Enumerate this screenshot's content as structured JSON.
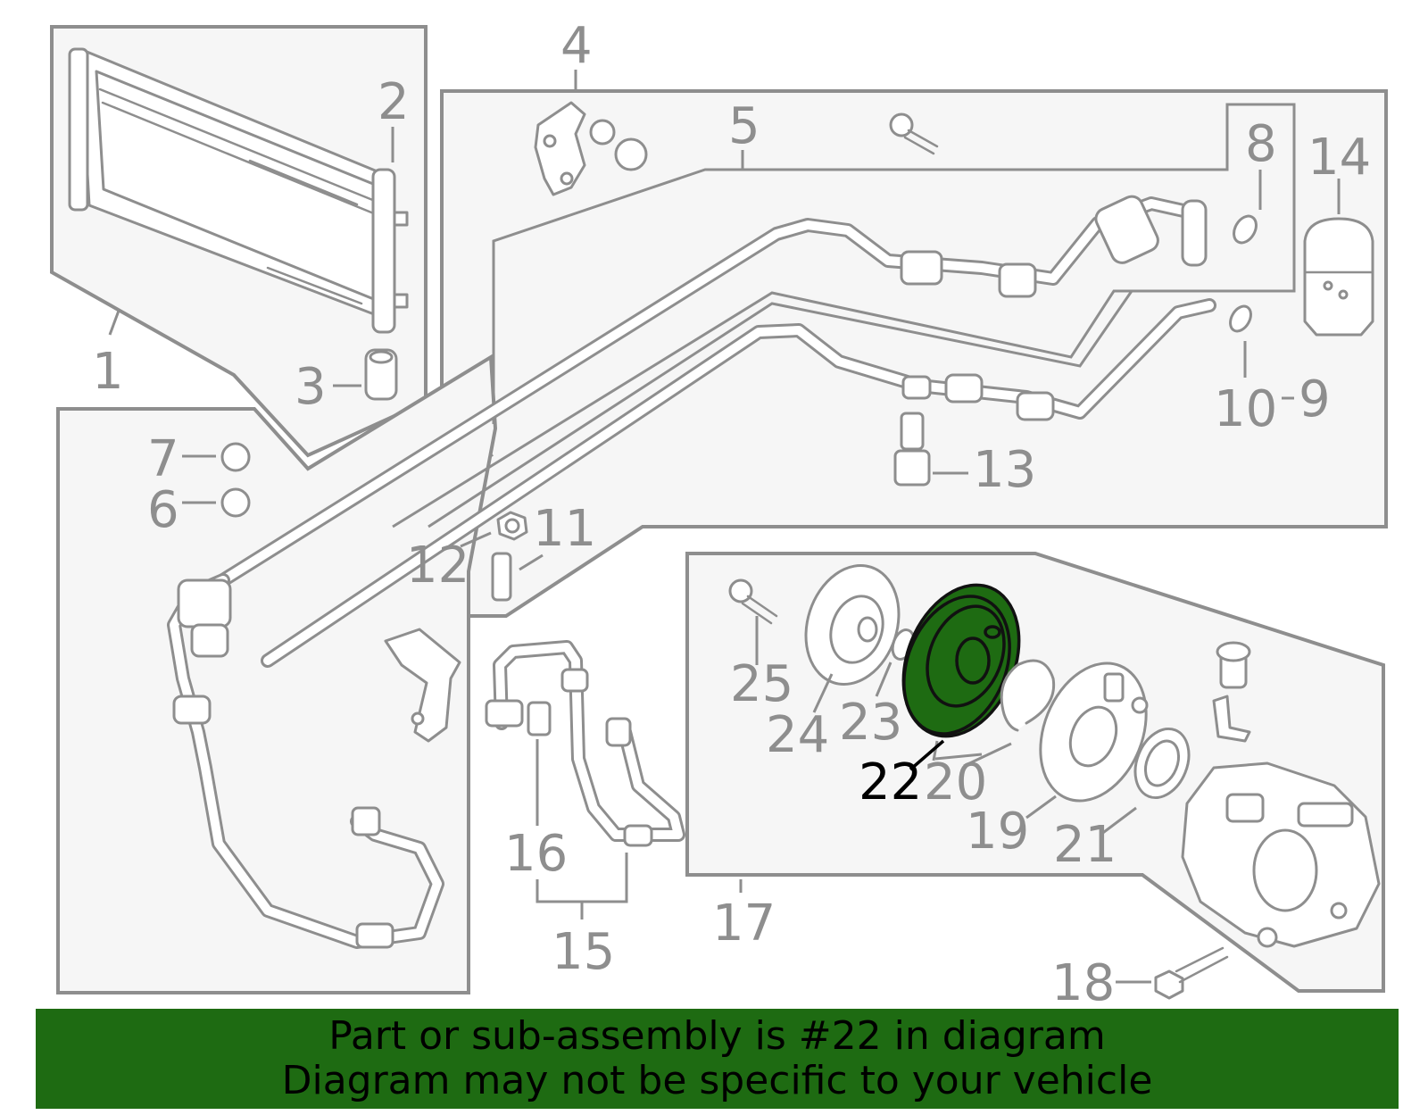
{
  "diagram": {
    "highlighted_part": "22",
    "highlight_color": "#1e6b12",
    "labels": {
      "p1": "1",
      "p2": "2",
      "p3": "3",
      "p4": "4",
      "p5": "5",
      "p6": "6",
      "p7": "7",
      "p8": "8",
      "p9": "9",
      "p10": "10",
      "p11": "11",
      "p12": "12",
      "p13": "13",
      "p14": "14",
      "p15": "15",
      "p16": "16",
      "p17": "17",
      "p18": "18",
      "p19": "19",
      "p20": "20",
      "p21": "21",
      "p22": "22",
      "p23": "23",
      "p24": "24",
      "p25": "25"
    }
  },
  "footer": {
    "line1": "Part or sub-assembly is #22 in diagram",
    "line2": "Diagram may not be specific to your vehicle",
    "background": "#1e6b12"
  }
}
